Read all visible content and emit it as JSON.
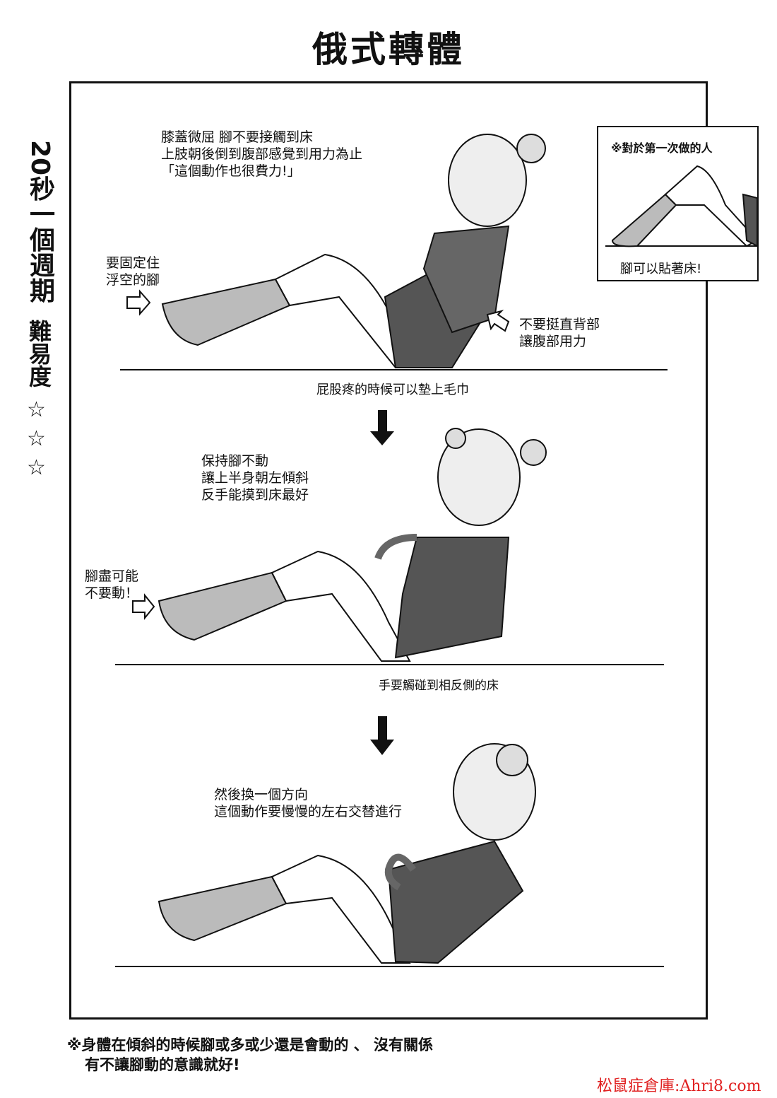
{
  "title": "俄式轉體",
  "side": {
    "cycle": "20秒一個週期",
    "difficulty_label": "難易度",
    "stars": "☆☆☆",
    "difficulty_stars": 0
  },
  "panel1": {
    "instructions": "膝蓋微屈 腳不要接觸到床\n上肢朝後倒到腹部感覺到用力為止\n「這個動作也很費力!」",
    "left_note": "要固定住\n浮空的腳",
    "right_note": "不要挺直背部\n讓腹部用力",
    "caption": "屁股疼的時候可以墊上毛巾"
  },
  "inset": {
    "header": "※對於第一次做的人",
    "note": "腳可以貼著床!"
  },
  "panel2": {
    "instructions": "保持腳不動\n讓上半身朝左傾斜\n反手能摸到床最好",
    "left_note": "腳盡可能\n不要動！",
    "caption": "手要觸碰到相反側的床"
  },
  "panel3": {
    "instructions": "然後換一個方向\n這個動作要慢慢的左右交替進行"
  },
  "footer": {
    "line1": "※身體在傾斜的時候腳或多或少還是會動的 、 沒有關係",
    "line2": "有不讓腳動的意識就好!"
  },
  "watermark": "松鼠症倉庫:Ahri8.com"
}
